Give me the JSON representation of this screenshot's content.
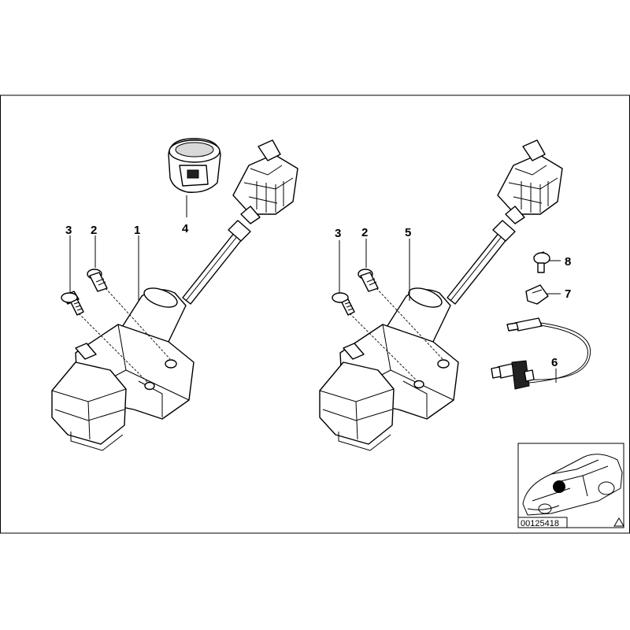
{
  "callouts": {
    "left_3": "3",
    "left_2": "2",
    "left_1": "1",
    "left_4": "4",
    "right_3": "3",
    "right_2": "2",
    "right_5": "5",
    "right_8": "8",
    "right_7": "7",
    "right_6": "6"
  },
  "reference_number": "00125418",
  "colors": {
    "line": "#000000",
    "background": "#ffffff"
  }
}
